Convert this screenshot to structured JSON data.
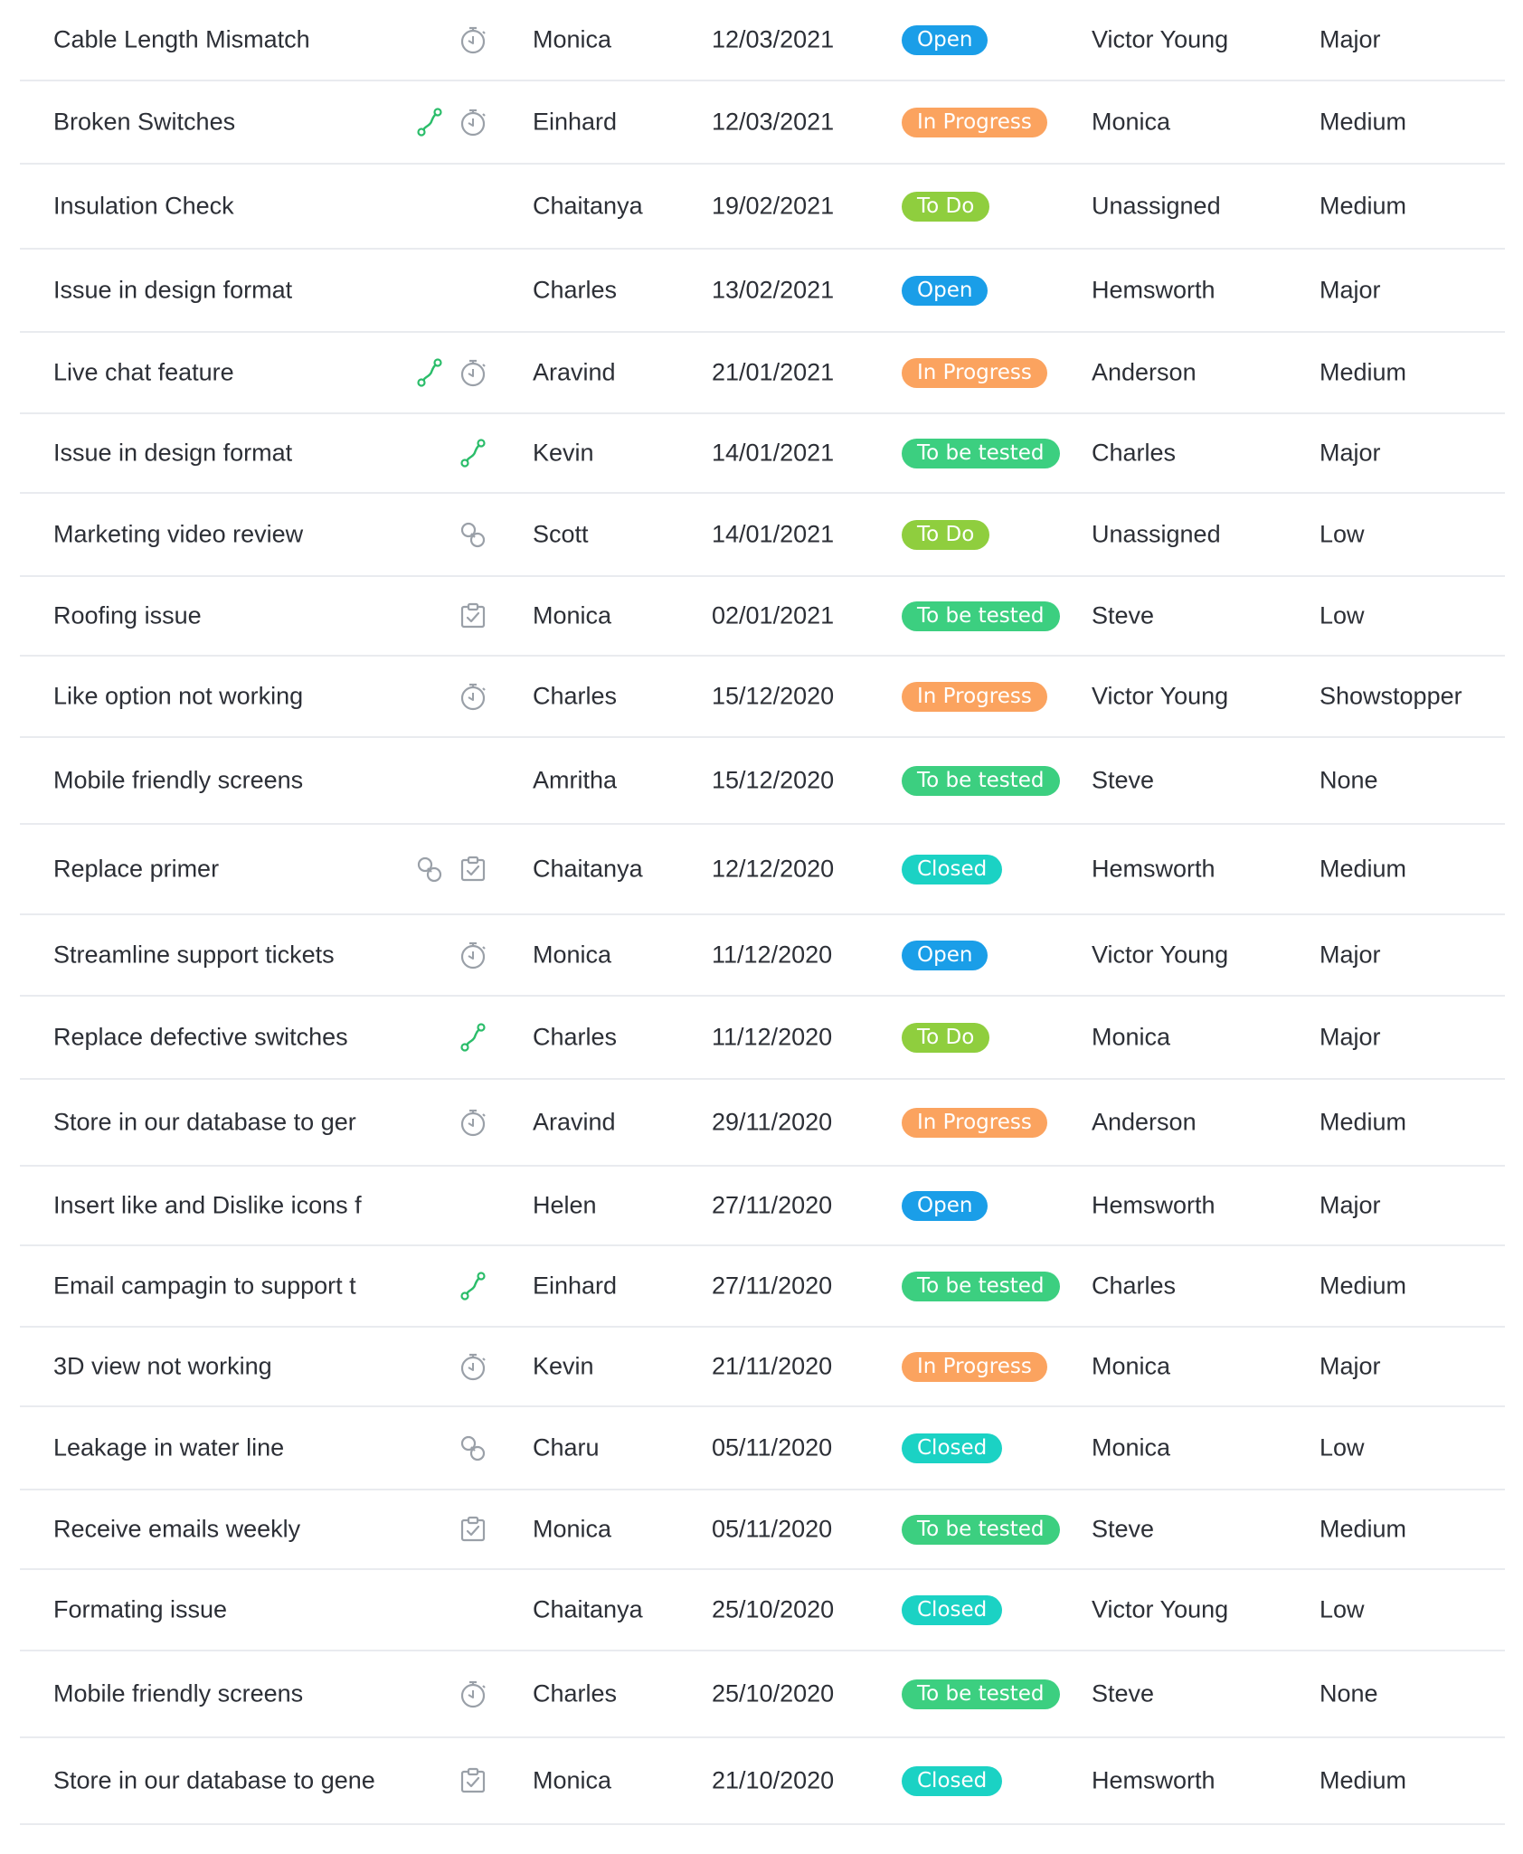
{
  "status_colors": {
    "Open": "#1a9ee8",
    "In Progress": "#fba35f",
    "To Do": "#8fce3e",
    "To be tested": "#3ccf80",
    "Closed": "#1bd2c4"
  },
  "icon_colors": {
    "timer-icon": "#9aa0a8",
    "link-icon": "#9aa0a8",
    "checklist-icon": "#9aa0a8",
    "blueprint-icon": "#2bbd6a"
  },
  "rows": [
    {
      "title": "Cable Length Mismatch",
      "icons": [
        "timer-icon"
      ],
      "owner": "Monica",
      "date": "12/03/2021",
      "status": "Open",
      "assignee": "Victor Young",
      "severity": "Major"
    },
    {
      "title": "Broken Switches",
      "icons": [
        "blueprint-icon",
        "timer-icon"
      ],
      "owner": "Einhard",
      "date": "12/03/2021",
      "status": "In Progress",
      "assignee": "Monica",
      "severity": "Medium"
    },
    {
      "title": "Insulation Check",
      "icons": [],
      "owner": "Chaitanya",
      "date": "19/02/2021",
      "status": "To Do",
      "assignee": "Unassigned",
      "severity": "Medium"
    },
    {
      "title": "Issue in design format",
      "icons": [],
      "owner": "Charles",
      "date": "13/02/2021",
      "status": "Open",
      "assignee": "Hemsworth",
      "severity": "Major"
    },
    {
      "title": "Live chat feature",
      "icons": [
        "blueprint-icon",
        "timer-icon"
      ],
      "owner": "Aravind",
      "date": "21/01/2021",
      "status": "In Progress",
      "assignee": "Anderson",
      "severity": "Medium"
    },
    {
      "title": "Issue in design format",
      "icons": [
        "blueprint-icon"
      ],
      "owner": "Kevin",
      "date": "14/01/2021",
      "status": "To be tested",
      "assignee": "Charles",
      "severity": "Major"
    },
    {
      "title": "Marketing video review",
      "icons": [
        "link-icon"
      ],
      "owner": "Scott",
      "date": "14/01/2021",
      "status": "To Do",
      "assignee": "Unassigned",
      "severity": "Low"
    },
    {
      "title": "Roofing issue",
      "icons": [
        "checklist-icon"
      ],
      "owner": "Monica",
      "date": "02/01/2021",
      "status": "To be tested",
      "assignee": "Steve",
      "severity": "Low"
    },
    {
      "title": "Like option not working",
      "icons": [
        "timer-icon"
      ],
      "owner": "Charles",
      "date": "15/12/2020",
      "status": "In Progress",
      "assignee": "Victor Young",
      "severity": "Showstopper"
    },
    {
      "title": "Mobile friendly screens",
      "icons": [],
      "owner": "Amritha",
      "date": "15/12/2020",
      "status": "To be tested",
      "assignee": "Steve",
      "severity": "None"
    },
    {
      "title": "Replace primer",
      "icons": [
        "link-icon",
        "checklist-icon"
      ],
      "owner": "Chaitanya",
      "date": "12/12/2020",
      "status": "Closed",
      "assignee": "Hemsworth",
      "severity": "Medium"
    },
    {
      "title": "Streamline support tickets",
      "icons": [
        "timer-icon"
      ],
      "owner": "Monica",
      "date": "11/12/2020",
      "status": "Open",
      "assignee": "Victor Young",
      "severity": "Major"
    },
    {
      "title": "Replace defective switches",
      "icons": [
        "blueprint-icon"
      ],
      "owner": "Charles",
      "date": "11/12/2020",
      "status": "To Do",
      "assignee": "Monica",
      "severity": "Major"
    },
    {
      "title": "Store in our database to ger",
      "icons": [
        "timer-icon"
      ],
      "owner": "Aravind",
      "date": "29/11/2020",
      "status": "In Progress",
      "assignee": "Anderson",
      "severity": "Medium"
    },
    {
      "title": "Insert like and Dislike icons f",
      "icons": [],
      "owner": "Helen",
      "date": "27/11/2020",
      "status": "Open",
      "assignee": "Hemsworth",
      "severity": "Major"
    },
    {
      "title": "Email campagin to support t",
      "icons": [
        "blueprint-icon"
      ],
      "owner": "Einhard",
      "date": "27/11/2020",
      "status": "To be tested",
      "assignee": "Charles",
      "severity": "Medium"
    },
    {
      "title": "3D view not working",
      "icons": [
        "timer-icon"
      ],
      "owner": "Kevin",
      "date": "21/11/2020",
      "status": "In Progress",
      "assignee": "Monica",
      "severity": "Major"
    },
    {
      "title": "Leakage in water line",
      "icons": [
        "link-icon"
      ],
      "owner": "Charu",
      "date": "05/11/2020",
      "status": "Closed",
      "assignee": "Monica",
      "severity": "Low"
    },
    {
      "title": "Receive emails weekly",
      "icons": [
        "checklist-icon"
      ],
      "owner": "Monica",
      "date": "05/11/2020",
      "status": "To be tested",
      "assignee": "Steve",
      "severity": "Medium"
    },
    {
      "title": "Formating issue",
      "icons": [],
      "owner": "Chaitanya",
      "date": "25/10/2020",
      "status": "Closed",
      "assignee": "Victor Young",
      "severity": "Low"
    },
    {
      "title": "Mobile friendly screens",
      "icons": [
        "timer-icon"
      ],
      "owner": "Charles",
      "date": "25/10/2020",
      "status": "To be tested",
      "assignee": "Steve",
      "severity": "None"
    },
    {
      "title": "Store in our database to gene",
      "icons": [
        "checklist-icon"
      ],
      "owner": "Monica",
      "date": "21/10/2020",
      "status": "Closed",
      "assignee": "Hemsworth",
      "severity": "Medium"
    }
  ]
}
